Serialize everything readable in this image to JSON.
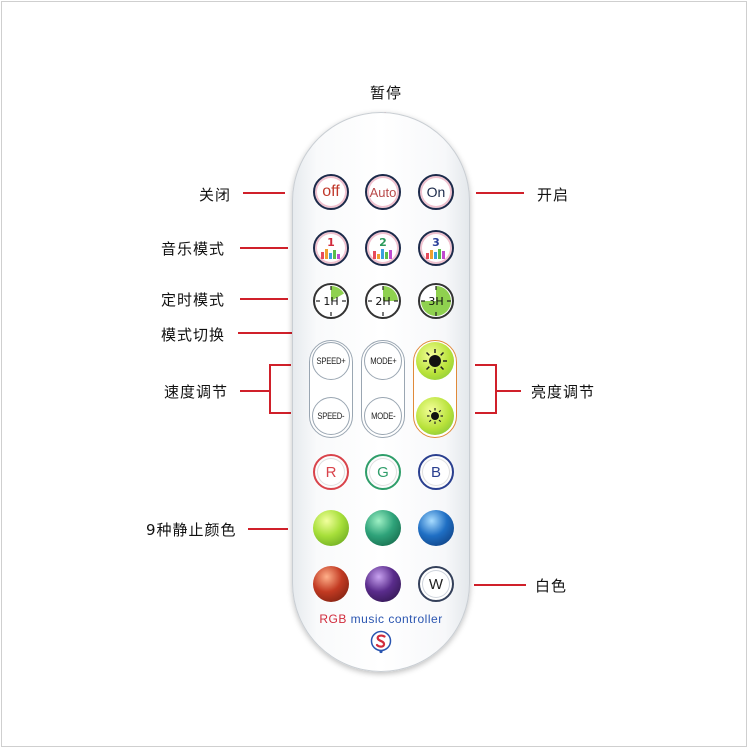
{
  "labels": {
    "pause": "暂停",
    "off": "关闭",
    "on": "开启",
    "music_mode": "音乐模式",
    "timer_mode": "定时模式",
    "mode_switch": "模式切换",
    "speed_adjust": "速度调节",
    "brightness_adjust": "亮度调节",
    "nine_colors": "9种静止颜色",
    "white": "白色"
  },
  "buttons": {
    "off": "off",
    "auto": "Auto",
    "on": "On",
    "music1": "1",
    "music2": "2",
    "music3": "3",
    "timer1": "1H",
    "timer2": "2H",
    "timer3": "3H",
    "speed_up": "SPEED+",
    "speed_down": "SPEED-",
    "mode_up": "MODE+",
    "mode_down": "MODE-",
    "red": "R",
    "green": "G",
    "blue": "B",
    "white": "W"
  },
  "brand": {
    "prefix": "RGB",
    "suffix": " music controller"
  },
  "colors": {
    "leader_line": "#d0202a",
    "red_button": "#d9434b",
    "green_button": "#2f9e6a",
    "blue_button": "#2a3f8f",
    "sphere_lime": "#a7df3a",
    "sphere_teal": "#2fa37a",
    "sphere_blue": "#1f6fc4",
    "sphere_red": "#c23a22",
    "sphere_purple": "#5a2c8c"
  }
}
